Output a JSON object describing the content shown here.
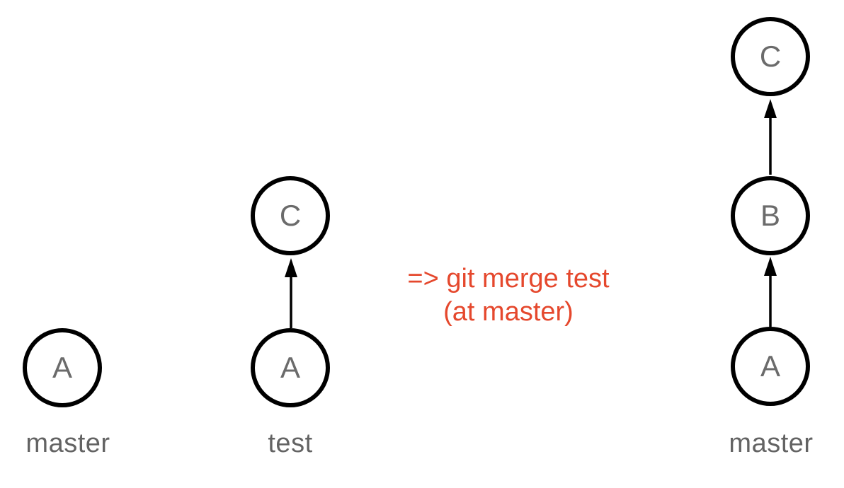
{
  "diagram": {
    "colors": {
      "background": "#ffffff",
      "node_stroke": "#000000",
      "node_letter": "#6b6b6b",
      "branch_label": "#636363",
      "annotation": "#e5482d"
    },
    "left_graph": {
      "branch_label": "master",
      "commits": [
        "A"
      ]
    },
    "middle_graph": {
      "branch_label": "test",
      "commits": [
        "A",
        "C"
      ]
    },
    "right_graph": {
      "branch_label": "master",
      "commits": [
        "A",
        "B",
        "C"
      ]
    },
    "annotation": {
      "line1": "=> git merge test",
      "line2": "(at master)"
    }
  }
}
